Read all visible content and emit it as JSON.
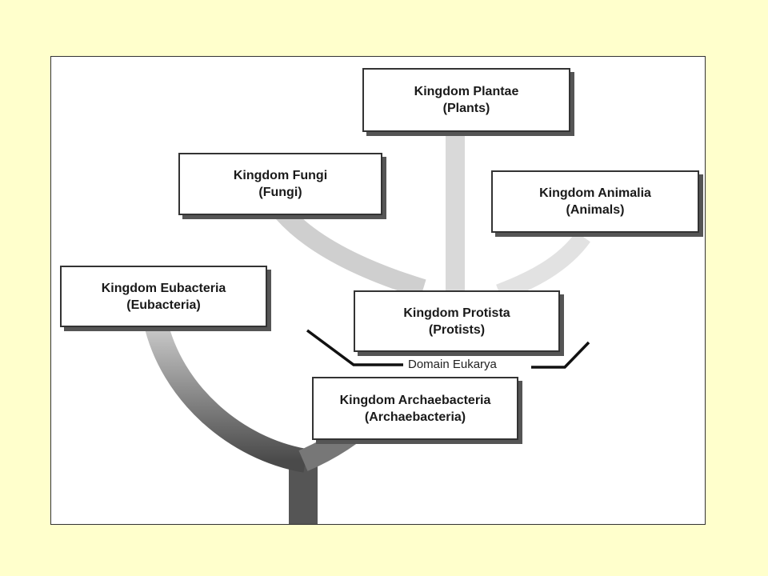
{
  "kingdoms": {
    "plantae": {
      "name": "Kingdom Plantae",
      "common": "(Plants)"
    },
    "fungi": {
      "name": "Kingdom Fungi",
      "common": "(Fungi)"
    },
    "animalia": {
      "name": "Kingdom Animalia",
      "common": "(Animals)"
    },
    "eubacteria": {
      "name": "Kingdom Eubacteria",
      "common": "(Eubacteria)"
    },
    "protista": {
      "name": "Kingdom Protista",
      "common": "(Protists)"
    },
    "archaebacteria": {
      "name": "Kingdom Archaebacteria",
      "common": "(Archaebacteria)"
    }
  },
  "domain_bracket": {
    "label": "Domain Eukarya"
  },
  "colors": {
    "background": "#FFFFCC",
    "panel": "#FFFFFF",
    "branch_dark": "#555555",
    "branch_light": "#DDDDDD"
  }
}
